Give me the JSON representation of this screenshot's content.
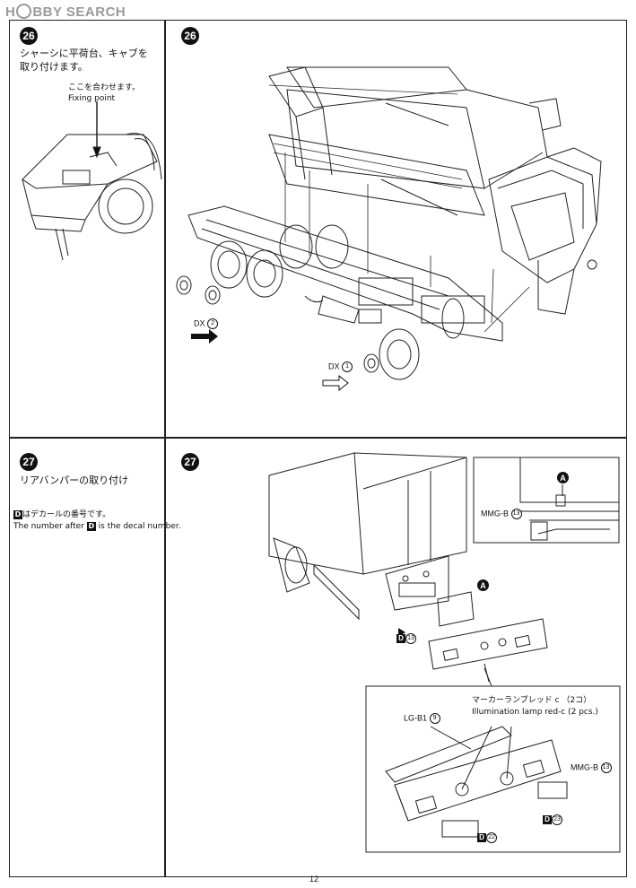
{
  "watermark": "HOBBY SEARCH",
  "page_number": "12",
  "step26": {
    "number": "26",
    "instruction_jp_line1": "シャーシに平荷台、キャブを",
    "instruction_jp_line2": "取り付けます。",
    "fix_jp": "ここを合わせます。",
    "fix_en": "Fixing point",
    "dx2_label": "DX",
    "dx2_num": "2",
    "dx1_label": "DX",
    "dx1_num": "1"
  },
  "step27": {
    "number": "27",
    "instruction_jp": "リアバンパーの取り付け",
    "decal_note_jp": "はデカールの番号です。",
    "decal_note_en_pre": "The number after",
    "decal_note_en_post": "is the decal number.",
    "decal_letter": "D",
    "callout_a": "A",
    "mmg_inset_label": "MMG-B",
    "mmg_inset_num": "13",
    "d13_num": "13",
    "lamp_jp": "マーカーランプレッド c （2コ）",
    "lamp_en": "Illumination lamp red-c (2 pcs.)",
    "lgb_label": "LG-B1",
    "lgb_num": "9",
    "mmg_label": "MMG-B",
    "mmg_num": "13",
    "d23_num": "23",
    "d22_num": "22"
  }
}
